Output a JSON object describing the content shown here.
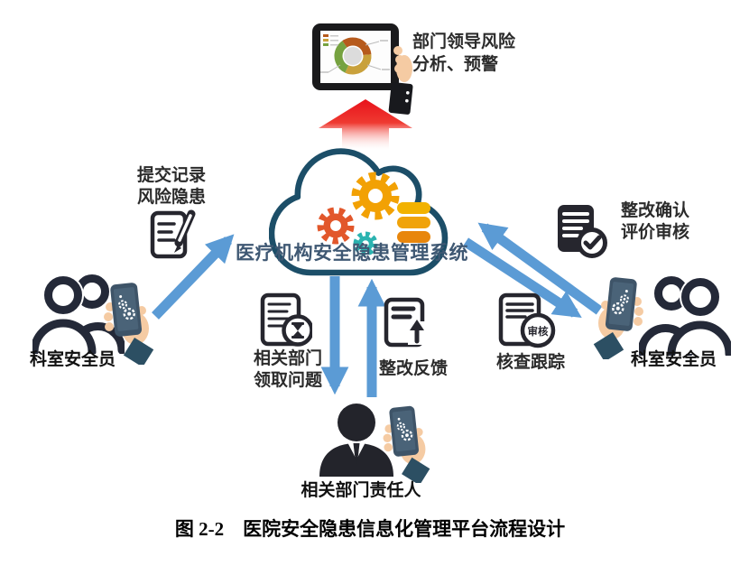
{
  "leader": {
    "line1": "部门领导风险",
    "line2": "分析、预警"
  },
  "system": {
    "label": "医疗机构安全隐患管理系统"
  },
  "left": {
    "flow_line1": "提交记录",
    "flow_line2": "风险隐患",
    "actor": "科室安全员"
  },
  "middle": {
    "claim_line1": "相关部门",
    "claim_line2": "领取问题",
    "feedback": "整改反馈"
  },
  "right": {
    "confirm_line1": "整改确认",
    "confirm_line2": "评价审核",
    "track": "核查跟踪",
    "stamp_label": "审核",
    "actor": "科室安全员"
  },
  "bottom": {
    "actor": "相关部门责任人"
  },
  "figure": {
    "caption": "图 2-2　医院安全隐患信息化管理平台流程设计"
  },
  "colors": {
    "arrow_blue": "#5B9BD5",
    "alert_red": "#E8121B",
    "cloud_outline": "#1C4E68",
    "system_label_color": "#3F5873",
    "icon_dark": "#26262E",
    "person_navy": "#232936",
    "gear_orange": "#E2572B",
    "gear_yellow": "#F2A104",
    "gear_teal": "#2BB3B0",
    "db_yellow": "#F2B200",
    "db_orange": "#E8860C",
    "skin": "#F5CBA3",
    "sleeve": "#2C4F63"
  }
}
